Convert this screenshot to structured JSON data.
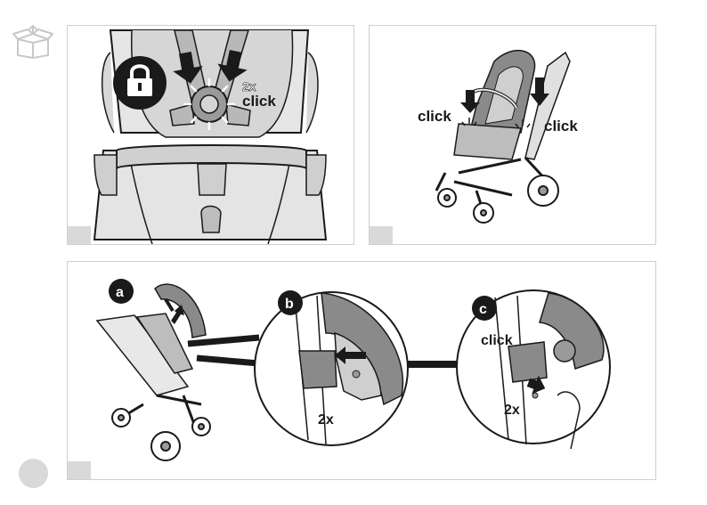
{
  "icons": {
    "box": "open-box-icon",
    "lock": "padlock-icon",
    "page_circle": "page-marker-circle"
  },
  "panel1": {
    "count": "2x",
    "click": "click"
  },
  "panel2": {
    "click_left": "click",
    "click_right": "click"
  },
  "panel3": {
    "step_a": "a",
    "step_b": "b",
    "step_c": "c",
    "b_count": "2x",
    "c_click": "click",
    "c_count": "2x"
  },
  "colors": {
    "panel_border": "#cfcfcf",
    "fill_light": "#e8e8e8",
    "fill_mid": "#bdbdbd",
    "fill_dark": "#7a7a7a",
    "ink": "#1a1a1a"
  }
}
